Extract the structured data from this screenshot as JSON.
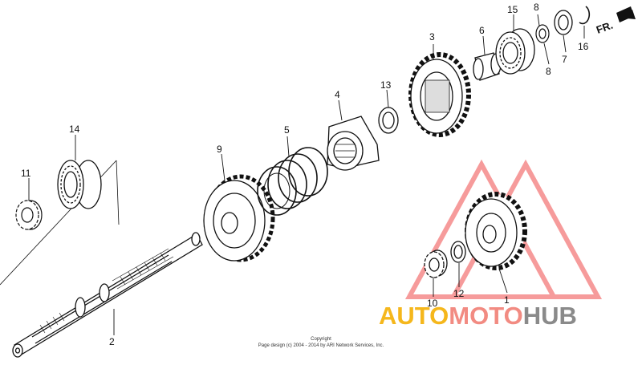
{
  "diagram": {
    "direction_label": "FR.",
    "callouts": {
      "c1": "1",
      "c2": "2",
      "c3": "3",
      "c4": "4",
      "c5": "5",
      "c6": "6",
      "c7": "7",
      "c8a": "8",
      "c8b": "8",
      "c9": "9",
      "c10": "10",
      "c11": "11",
      "c12": "12",
      "c13": "13",
      "c14": "14",
      "c15": "15",
      "c16": "16"
    }
  },
  "footer": {
    "copyright_line1": "Copyright",
    "copyright_line2": "Page design (c) 2004 - 2014 by ARI Network Services, Inc."
  },
  "watermark": {
    "auto": "AUTO",
    "moto": "MOTO",
    "hub": "HUB",
    "colors": {
      "auto": "#f5b71c",
      "moto": "#f28b82",
      "hub": "#8a8a8a",
      "triangle": "#f04a4a"
    }
  }
}
